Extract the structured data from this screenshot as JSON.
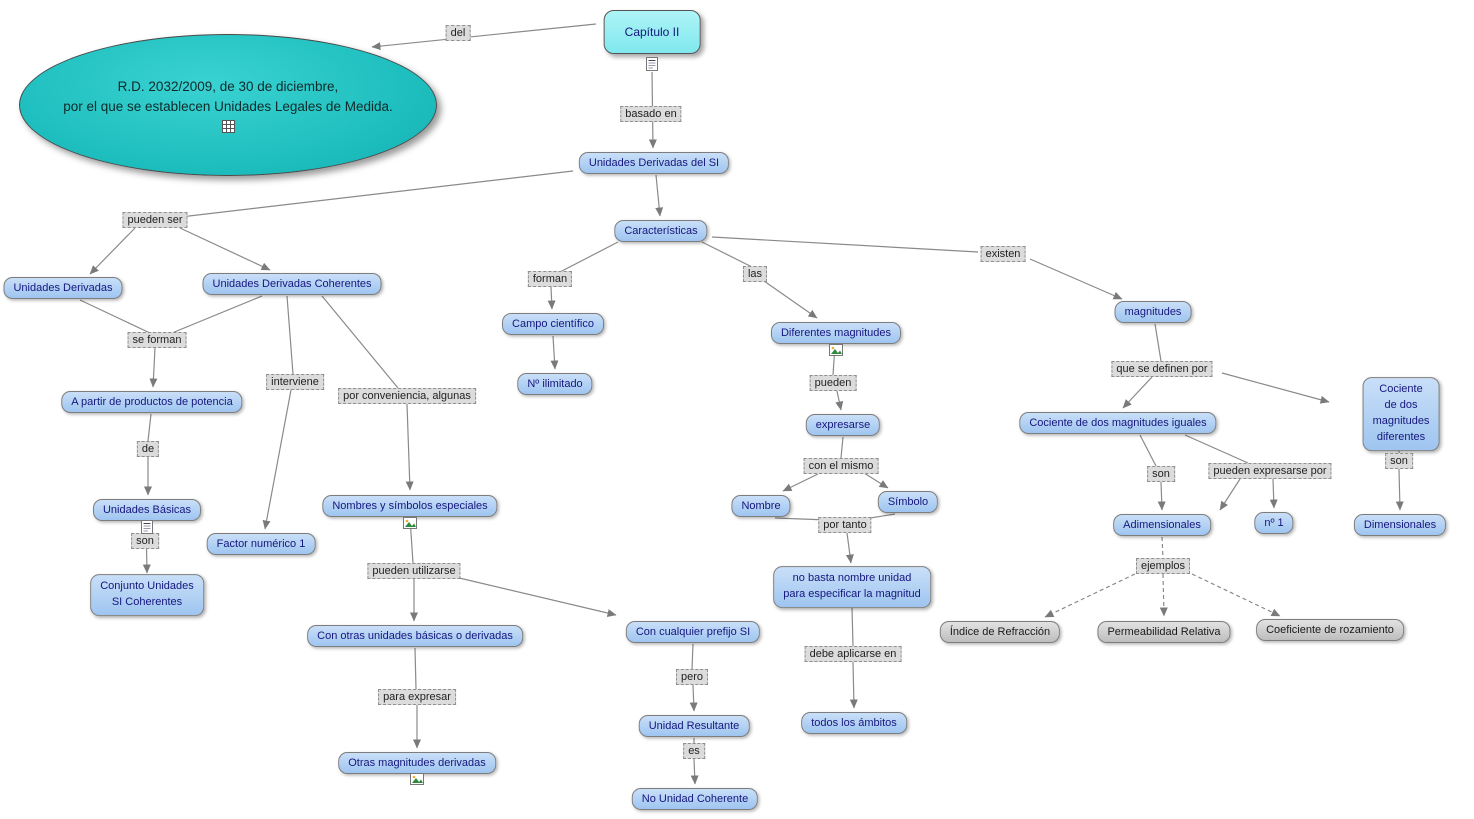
{
  "map": {
    "concepts": {
      "capitulo_ii": "Capítulo II",
      "rd": "R.D. 2032/2009, de 30 de diciembre,\npor el que se establecen Unidades Legales de Medida.",
      "unidades_derivadas_si": "Unidades Derivadas del SI",
      "caracteristicas": "Características",
      "unidades_derivadas": "Unidades Derivadas",
      "unidades_derivadas_coherentes": "Unidades Derivadas Coherentes",
      "a_partir_productos": "A partir de productos de potencia",
      "unidades_basicas": "Unidades Básicas",
      "conjunto_unidades": "Conjunto Unidades\nSI Coherentes",
      "factor_numerico": "Factor numérico 1",
      "nombres_simbolos": "Nombres y símbolos especiales",
      "con_otras_unidades": "Con otras unidades básicas o derivadas",
      "otras_magnitudes": "Otras magnitudes derivadas",
      "con_prefijo_si": "Con cualquier prefijo SI",
      "unidad_resultante": "Unidad Resultante",
      "no_unidad_coherente": "No Unidad Coherente",
      "campo_cientifico": "Campo científico",
      "n_ilimitado": "Nº ilimitado",
      "diferentes_magnitudes": "Diferentes magnitudes",
      "expresarse": "expresarse",
      "nombre": "Nombre",
      "simbolo": "Símbolo",
      "no_basta": "no basta nombre unidad\npara especificar la magnitud",
      "todos_ambitos": "todos los ámbitos",
      "magnitudes": "magnitudes",
      "cociente_iguales": "Cociente de dos magnitudes iguales",
      "cociente_diferentes": "Cociente de dos\nmagnitudes diferentes",
      "adimensionales": "Adimensionales",
      "n_1": "nº 1",
      "dimensionales": "Dimensionales",
      "indice_refraccion": "Índice de Refracción",
      "permeabilidad_relativa": "Permeabilidad Relativa",
      "coeficiente_rozamiento": "Coeficiente de rozamiento"
    },
    "links": {
      "del": "del",
      "basado_en": "basado en",
      "pueden_ser": "pueden ser",
      "se_forman": "se forman",
      "de": "de",
      "son_basicas": "son",
      "interviene": "interviene",
      "por_conveniencia": "por conveniencia, algunas",
      "pueden_utilizarse": "pueden utilizarse",
      "para_expresar": "para expresar",
      "pero": "pero",
      "es": "es",
      "forman": "forman",
      "las": "las",
      "pueden": "pueden",
      "con_el_mismo": "con el mismo",
      "por_tanto": "por tanto",
      "debe_aplicarse": "debe aplicarse en",
      "existen": "existen",
      "que_se_definen": "que se definen por",
      "son_iguales": "son",
      "pueden_expresarse": "pueden expresarse por",
      "son_diferentes": "son",
      "ejemplos": "ejemplos"
    },
    "icons": {
      "capitulo_ii": "document-icon",
      "rd": "table-icon",
      "unidades_basicas": "document-icon",
      "nombres_simbolos": "image-icon",
      "diferentes_magnitudes": "image-icon",
      "otras_magnitudes": "image-icon"
    },
    "colors": {
      "concept_fill": "#a9cbf3",
      "concept_text": "#16167e",
      "chapter_fill": "#8ceef2",
      "ellipse_fill": "#1fc2c2",
      "example_fill": "#cccccc",
      "label_fill": "#dcdcdc",
      "line": "#8a8a8a"
    }
  }
}
